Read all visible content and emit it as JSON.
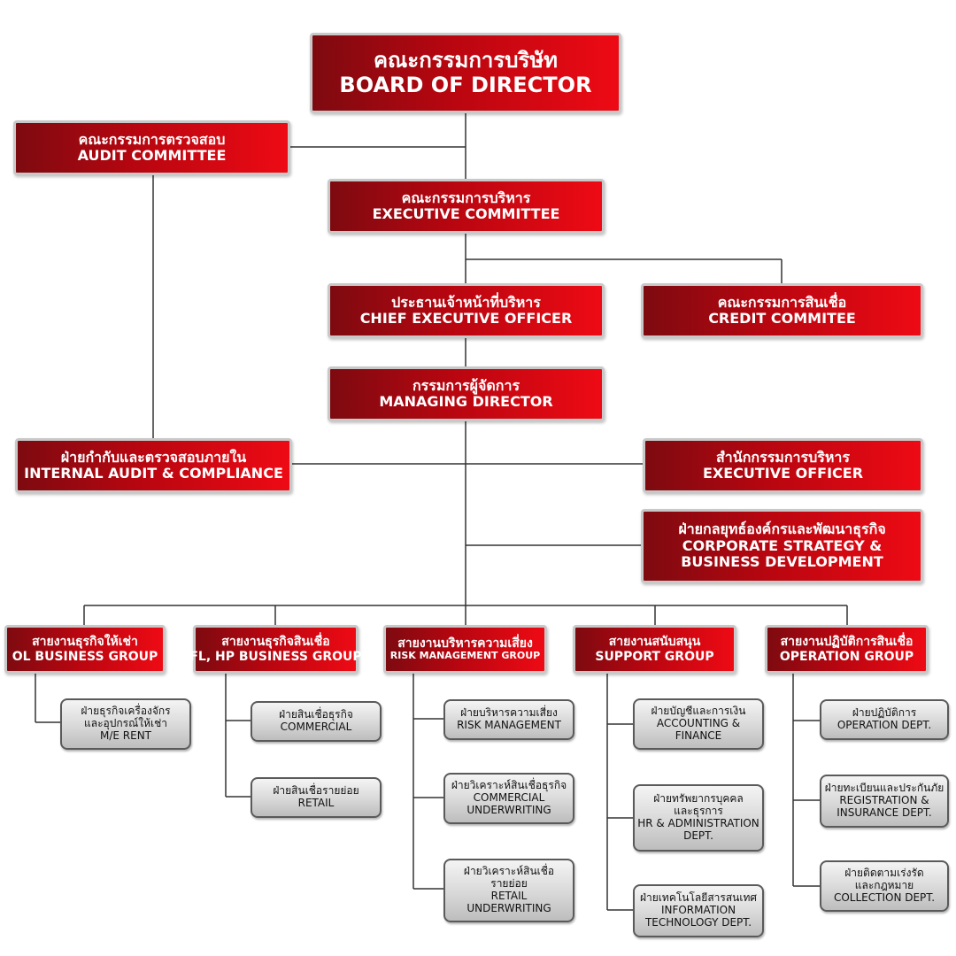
{
  "board": {
    "th": "คณะกรรมการบริษัท",
    "en": "BOARD OF DIRECTOR"
  },
  "audit_committee": {
    "th": "คณะกรรมการตรวจสอบ",
    "en": "AUDIT COMMITTEE"
  },
  "executive_committee": {
    "th": "คณะกรรมการบริหาร",
    "en": "EXECUTIVE COMMITTEE"
  },
  "ceo": {
    "th": "ประธานเจ้าหน้าที่บริหาร",
    "en": "CHIEF EXECUTIVE OFFICER"
  },
  "credit_committee": {
    "th": "คณะกรรมการสินเชื่อ",
    "en": "CREDIT COMMITEE"
  },
  "managing_director": {
    "th": "กรรมการผู้จัดการ",
    "en": "MANAGING DIRECTOR"
  },
  "internal_audit": {
    "th": "ฝ่ายกำกับและตรวจสอบภายใน",
    "en": "INTERNAL AUDIT & COMPLIANCE"
  },
  "executive_officer": {
    "th": "สำนักกรรมการบริหาร",
    "en": "EXECUTIVE OFFICER"
  },
  "corporate_strategy": {
    "th": "ฝ่ายกลยุทธ์องค์กรและพัฒนาธุรกิจ",
    "en1": "CORPORATE STRATEGY &",
    "en2": "BUSINESS DEVELOPMENT"
  },
  "groups": [
    {
      "th": "สายงานธุรกิจให้เช่า",
      "en": "OL BUSINESS GROUP",
      "depts": [
        {
          "lines": [
            "ฝ่ายธุรกิจเครื่องจักร",
            "และอุปกรณ์ให้เช่า",
            "M/E RENT"
          ]
        }
      ]
    },
    {
      "th": "สายงานธุรกิจสินเชื่อ",
      "en": "FL, HP BUSINESS GROUP",
      "depts": [
        {
          "lines": [
            "ฝ่ายสินเชื่อธุรกิจ",
            "COMMERCIAL"
          ]
        },
        {
          "lines": [
            "ฝ่ายสินเชื่อรายย่อย",
            "RETAIL"
          ]
        }
      ]
    },
    {
      "th": "สายงานบริหารความเสี่ยง",
      "en": "RISK MANAGEMENT GROUP",
      "depts": [
        {
          "lines": [
            "ฝ่ายบริหารความเสี่ยง",
            "RISK MANAGEMENT"
          ]
        },
        {
          "lines": [
            "ฝ่ายวิเคราะห์สินเชื่อธุรกิจ",
            "COMMERCIAL",
            "UNDERWRITING"
          ]
        },
        {
          "lines": [
            "ฝ่ายวิเคราะห์สินเชื่อ",
            "รายย่อย",
            "RETAIL",
            "UNDERWRITING"
          ]
        }
      ]
    },
    {
      "th": "สายงานสนับสนุน",
      "en": "SUPPORT GROUP",
      "depts": [
        {
          "lines": [
            "ฝ่ายบัญชีและการเงิน",
            "ACCOUNTING &",
            "FINANCE"
          ]
        },
        {
          "lines": [
            "ฝ่ายทรัพยากรบุคคล",
            "และธุรการ",
            "HR & ADMINISTRATION",
            "DEPT."
          ]
        },
        {
          "lines": [
            "ฝ่ายเทคโนโลยีสารสนเทศ",
            "INFORMATION",
            "TECHNOLOGY DEPT."
          ]
        }
      ]
    },
    {
      "th": "สายงานปฏิบัติการสินเชื่อ",
      "en": "OPERATION GROUP",
      "depts": [
        {
          "lines": [
            "ฝ่ายปฏิบัติการ",
            "OPERATION DEPT."
          ]
        },
        {
          "lines": [
            "ฝ่ายทะเบียนและประกันภัย",
            "REGISTRATION &",
            "INSURANCE DEPT."
          ]
        },
        {
          "lines": [
            "ฝ่ายติดตามเร่งรัด",
            "และกฎหมาย",
            "COLLECTION DEPT."
          ]
        }
      ]
    }
  ]
}
